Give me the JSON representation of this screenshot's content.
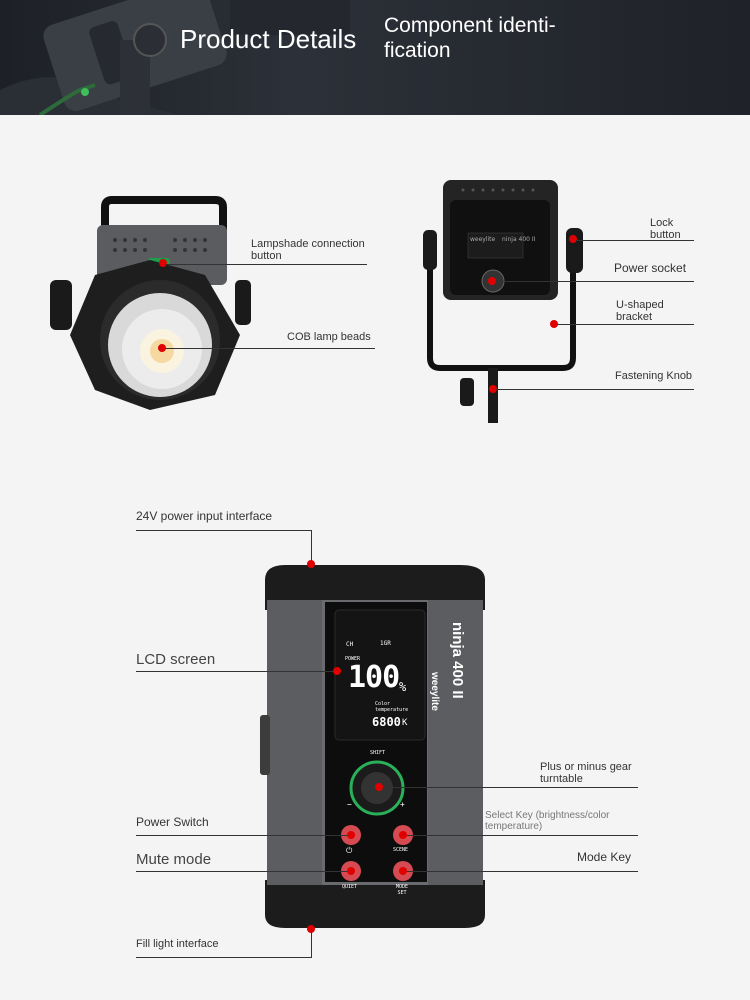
{
  "header": {
    "title": "Product Details",
    "subtitle": "Component identi-fication"
  },
  "front_view": {
    "labels": {
      "lampshade": "Lampshade connection button",
      "cob": "COB lamp beads"
    }
  },
  "rear_view": {
    "labels": {
      "lock": "Lock button",
      "power_socket": "Power socket",
      "bracket": "U-shaped bracket",
      "knob": "Fastening Knob"
    },
    "badge": {
      "brand": "weeylite",
      "model": "ninja 400 II"
    }
  },
  "control_box": {
    "labels": {
      "power_input": "24V power input interface",
      "lcd": "LCD screen",
      "turntable": "Plus or minus gear turntable",
      "power_switch": "Power Switch",
      "select_key": "Select Key (brightness/color temperature)",
      "mute": "Mute mode",
      "mode_key": "Mode Key",
      "fill_light": "Fill light interface"
    },
    "brand": "weeylite",
    "model": "ninja 400 II",
    "lcd": {
      "ch": "CH",
      "gr": "1GR",
      "power_label": "POWER",
      "power_value": "100",
      "power_unit": "%",
      "color_label": "Color temperature",
      "color_value": "6800",
      "color_unit": "K"
    },
    "buttons": {
      "shift": "SHIFT",
      "scene": "SCENE",
      "quiet": "QUIET",
      "mode_set": "MODE SET",
      "minus": "−",
      "plus": "+"
    }
  }
}
